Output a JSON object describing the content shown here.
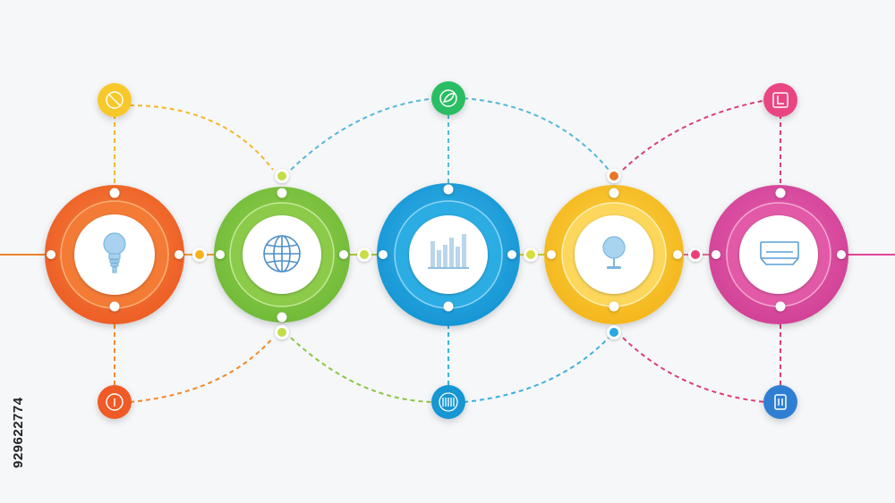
{
  "image_id_text": "929622774",
  "colors": {
    "background": "#f6f7f9",
    "orange": "#f0682b",
    "green": "#7cc242",
    "blue": "#1aa3dc",
    "yellow": "#f6c22a",
    "magenta": "#e1479a"
  },
  "steps": [
    {
      "color": "orange",
      "icon": "lightbulb-icon",
      "top_marker_color": "#f5c419",
      "top_marker_icon": "circle-slash-icon",
      "bottom_marker_color": "#f05a28",
      "bottom_marker_icon": "info-icon"
    },
    {
      "color": "green",
      "icon": "globe-icon"
    },
    {
      "color": "blue",
      "icon": "bar-chart-icon",
      "top_marker_color": "#2db866",
      "top_marker_icon": "leaf-icon",
      "bottom_marker_color": "#1a97d3",
      "bottom_marker_icon": "barcode-icon"
    },
    {
      "color": "yellow",
      "icon": "globe-stand-icon"
    },
    {
      "color": "magenta",
      "icon": "tray-icon",
      "top_marker_color": "#e94586",
      "top_marker_icon": "clock-icon",
      "bottom_marker_color": "#2d7cd0",
      "bottom_marker_icon": "document-icon"
    }
  ]
}
